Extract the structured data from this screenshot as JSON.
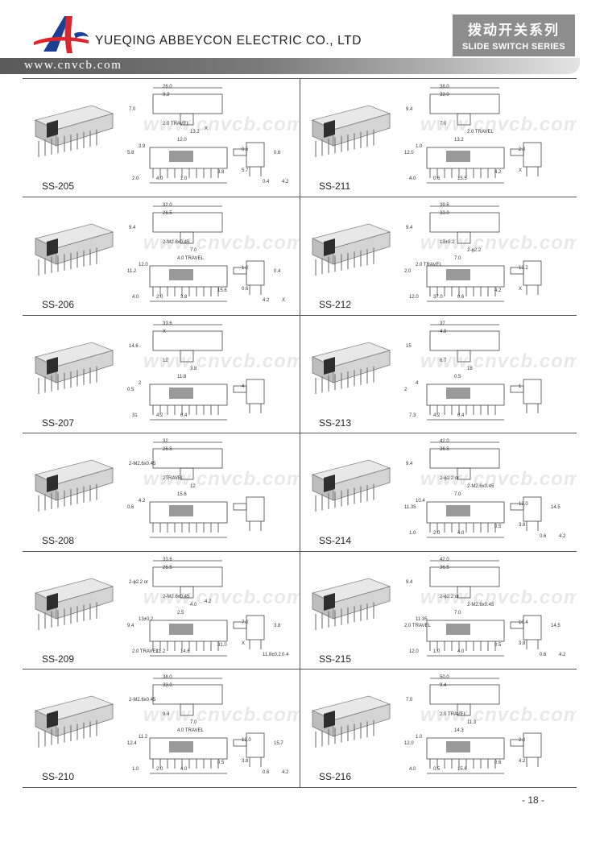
{
  "header": {
    "company_name": "YUEQING ABBEYCON ELECTRIC CO., LTD",
    "series_cn": "拨动开关系列",
    "series_en": "SLIDE SWITCH SERIES",
    "website": "www.cnvcb.com",
    "colors": {
      "series_box": "#8d8d8d",
      "logo_red": "#d7282f",
      "logo_blue": "#1c3f94"
    }
  },
  "watermark": "www.cnvcb.com",
  "products": [
    {
      "model": "SS-205",
      "dims": [
        "26.0",
        "9.3",
        "7.0",
        "2.0 TRAVEL",
        "13.2",
        "12.0",
        "5.8",
        "3.9",
        "0.5",
        "2.0",
        "4.0",
        "1.0",
        "3.8",
        "5.7",
        "0.6",
        "0.4",
        "4.2",
        "X"
      ]
    },
    {
      "model": "SS-211",
      "dims": [
        "38.0",
        "33.0",
        "9.4",
        "7.0",
        "2.0 TRAVEL",
        "13.2",
        "12.0",
        "1.0",
        "2.0",
        "4.0",
        "0.6",
        "15.5",
        "4.2",
        "X"
      ]
    },
    {
      "model": "SS-206",
      "dims": [
        "32.0",
        "26.5",
        "9.4",
        "2-M2.6x0.45",
        "7.0",
        "4.0 TRAVEL",
        "11.2",
        "12.0",
        "1.0",
        "4.0",
        "2.0",
        "3.8",
        "15.6",
        "0.6",
        "0.4",
        "4.2",
        "X"
      ]
    },
    {
      "model": "SS-212",
      "dims": [
        "39.6",
        "33.0",
        "9.4",
        "13±0.2",
        "2-ϕ2.2",
        "7.0",
        "2.0",
        "2.0 TRAVEL",
        "13.2",
        "12.0",
        "37.0",
        "0.6",
        "4.2",
        "X"
      ]
    },
    {
      "model": "SS-207",
      "dims": [
        "33.6",
        "X",
        "14.6",
        "12",
        "3.8",
        "11.8",
        "0.5",
        "2",
        "4",
        "31",
        "4.2",
        "0.4"
      ]
    },
    {
      "model": "SS-213",
      "dims": [
        "37",
        "4.8",
        "15",
        "6.7",
        "18",
        "0.5",
        "2",
        "4",
        "1",
        "7.3",
        "4.2",
        "0.4"
      ]
    },
    {
      "model": "SS-208",
      "dims": [
        "32",
        "26.5",
        "2-M2.6x0.45",
        "2TRAVEL",
        "12",
        "15.6",
        "0.6",
        "4.2"
      ]
    },
    {
      "model": "SS-214",
      "dims": [
        "42.0",
        "36.5",
        "9.4",
        "2-ϕ2.2 or",
        "2-M2.6x0.45",
        "7.0",
        "11.35",
        "10.4",
        "12.0",
        "1.0",
        "2.0",
        "4.0",
        "0.5",
        "3.8",
        "14.5",
        "0.6",
        "4.2"
      ]
    },
    {
      "model": "SS-209",
      "dims": [
        "33.6",
        "26.5",
        "2-ϕ2.2 or",
        "2-M2.6x0.45",
        "4.0",
        "2.5",
        "9.4",
        "13±0.2",
        "7.0",
        "2.0 TRAVEL",
        "11.2",
        "14.6",
        "31.0",
        "X",
        "3.8",
        "11.8±0.2",
        "0.4",
        "4.2"
      ]
    },
    {
      "model": "SS-215",
      "dims": [
        "42.0",
        "36.5",
        "9.4",
        "2-ϕ2.2 or",
        "2-M2.6x0.45",
        "7.0",
        "2.0 TRAVEL",
        "11.35",
        "10.4",
        "12.0",
        "1.0",
        "4.0",
        "0.5",
        "3.8",
        "14.5",
        "0.6",
        "4.2"
      ]
    },
    {
      "model": "SS-210",
      "dims": [
        "38.0",
        "33.0",
        "2-M2.6x0.45",
        "9.4",
        "7.0",
        "4.0 TRAVEL",
        "12.4",
        "11.2",
        "12.0",
        "1.0",
        "2.0",
        "4.0",
        "0.5",
        "3.8",
        "15.7",
        "0.6",
        "4.2"
      ]
    },
    {
      "model": "SS-216",
      "dims": [
        "50.0",
        "9.4",
        "7.0",
        "2.0 TRAVEL",
        "11.3",
        "14.3",
        "12.0",
        "1.0",
        "2.0",
        "4.0",
        "0.5",
        "15.6",
        "0.6",
        "4.2"
      ]
    }
  ],
  "page_number": "- 18 -"
}
